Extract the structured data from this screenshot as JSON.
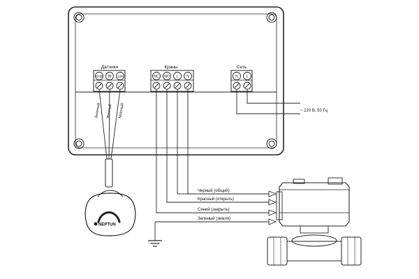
{
  "groups": {
    "sensors": "Датчики",
    "valves": "Краны",
    "mains": "Сеть"
  },
  "sensor_terminals": [
    "GND",
    "IN",
    "12B"
  ],
  "valve_terminals": [
    "NC",
    "NO",
    "L",
    "N"
  ],
  "mains_terminals": [
    "N",
    "L"
  ],
  "sensor_wires": [
    "Зеленый",
    "Желтый",
    "Красный"
  ],
  "mains_supply": "~ 220 В, 50 Гц",
  "valve_wires": [
    "Черный (общий)",
    "Красный (открыть)",
    "Синий (закрыть)",
    "Зеленый (земля)"
  ],
  "sensor_brand": "NEPTUN"
}
